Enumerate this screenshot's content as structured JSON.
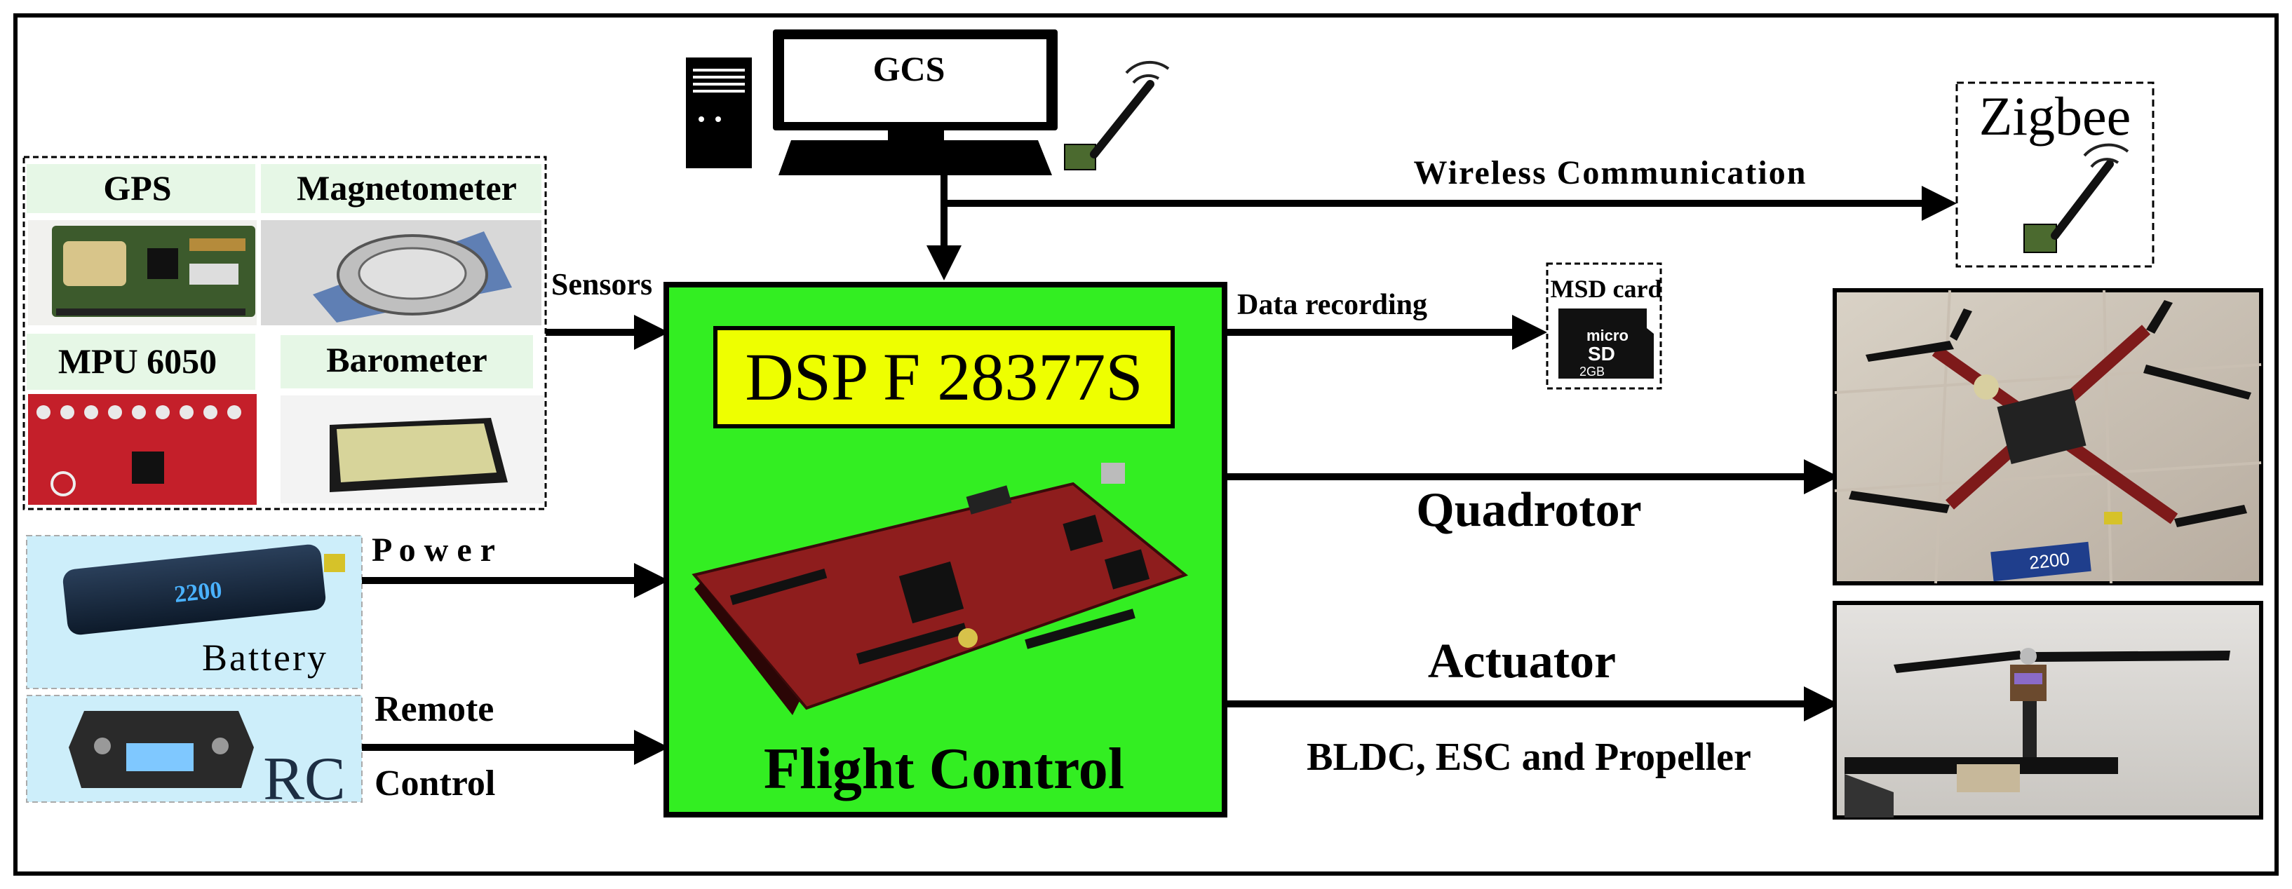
{
  "gcs_label": "GCS",
  "zigbee_label": "Zigbee",
  "wireless_label": "Wireless Communication",
  "sensors": {
    "gps": "GPS",
    "magnetometer": "Magnetometer",
    "mpu": "MPU 6050",
    "barometer": "Barometer"
  },
  "sensors_label": "Sensors",
  "power_label": "P o w e r",
  "battery_label": "Battery",
  "rc_label": "RC",
  "remote_label": "Remote",
  "control_label": "Control",
  "dsp_label": "DSP F 28377S",
  "flight_control_label": "Flight Control",
  "data_recording_label": "Data recording",
  "msd_card_label": "MSD card",
  "msd_micro": "micro",
  "msd_sd": "SD",
  "msd_size": "2GB",
  "battery_marking": "2200",
  "quadrotor_label": "Quadrotor",
  "actuator_label": "Actuator",
  "actuator_sub_label": "BLDC, ESC and Propeller",
  "colors": {
    "flight_control_green": "#33ee22",
    "dsp_yellow": "#eeff00",
    "sensor_label_bg": "#e6f7e6",
    "board_red": "#8e1d1d",
    "battery_bg": "#cdeefa"
  }
}
